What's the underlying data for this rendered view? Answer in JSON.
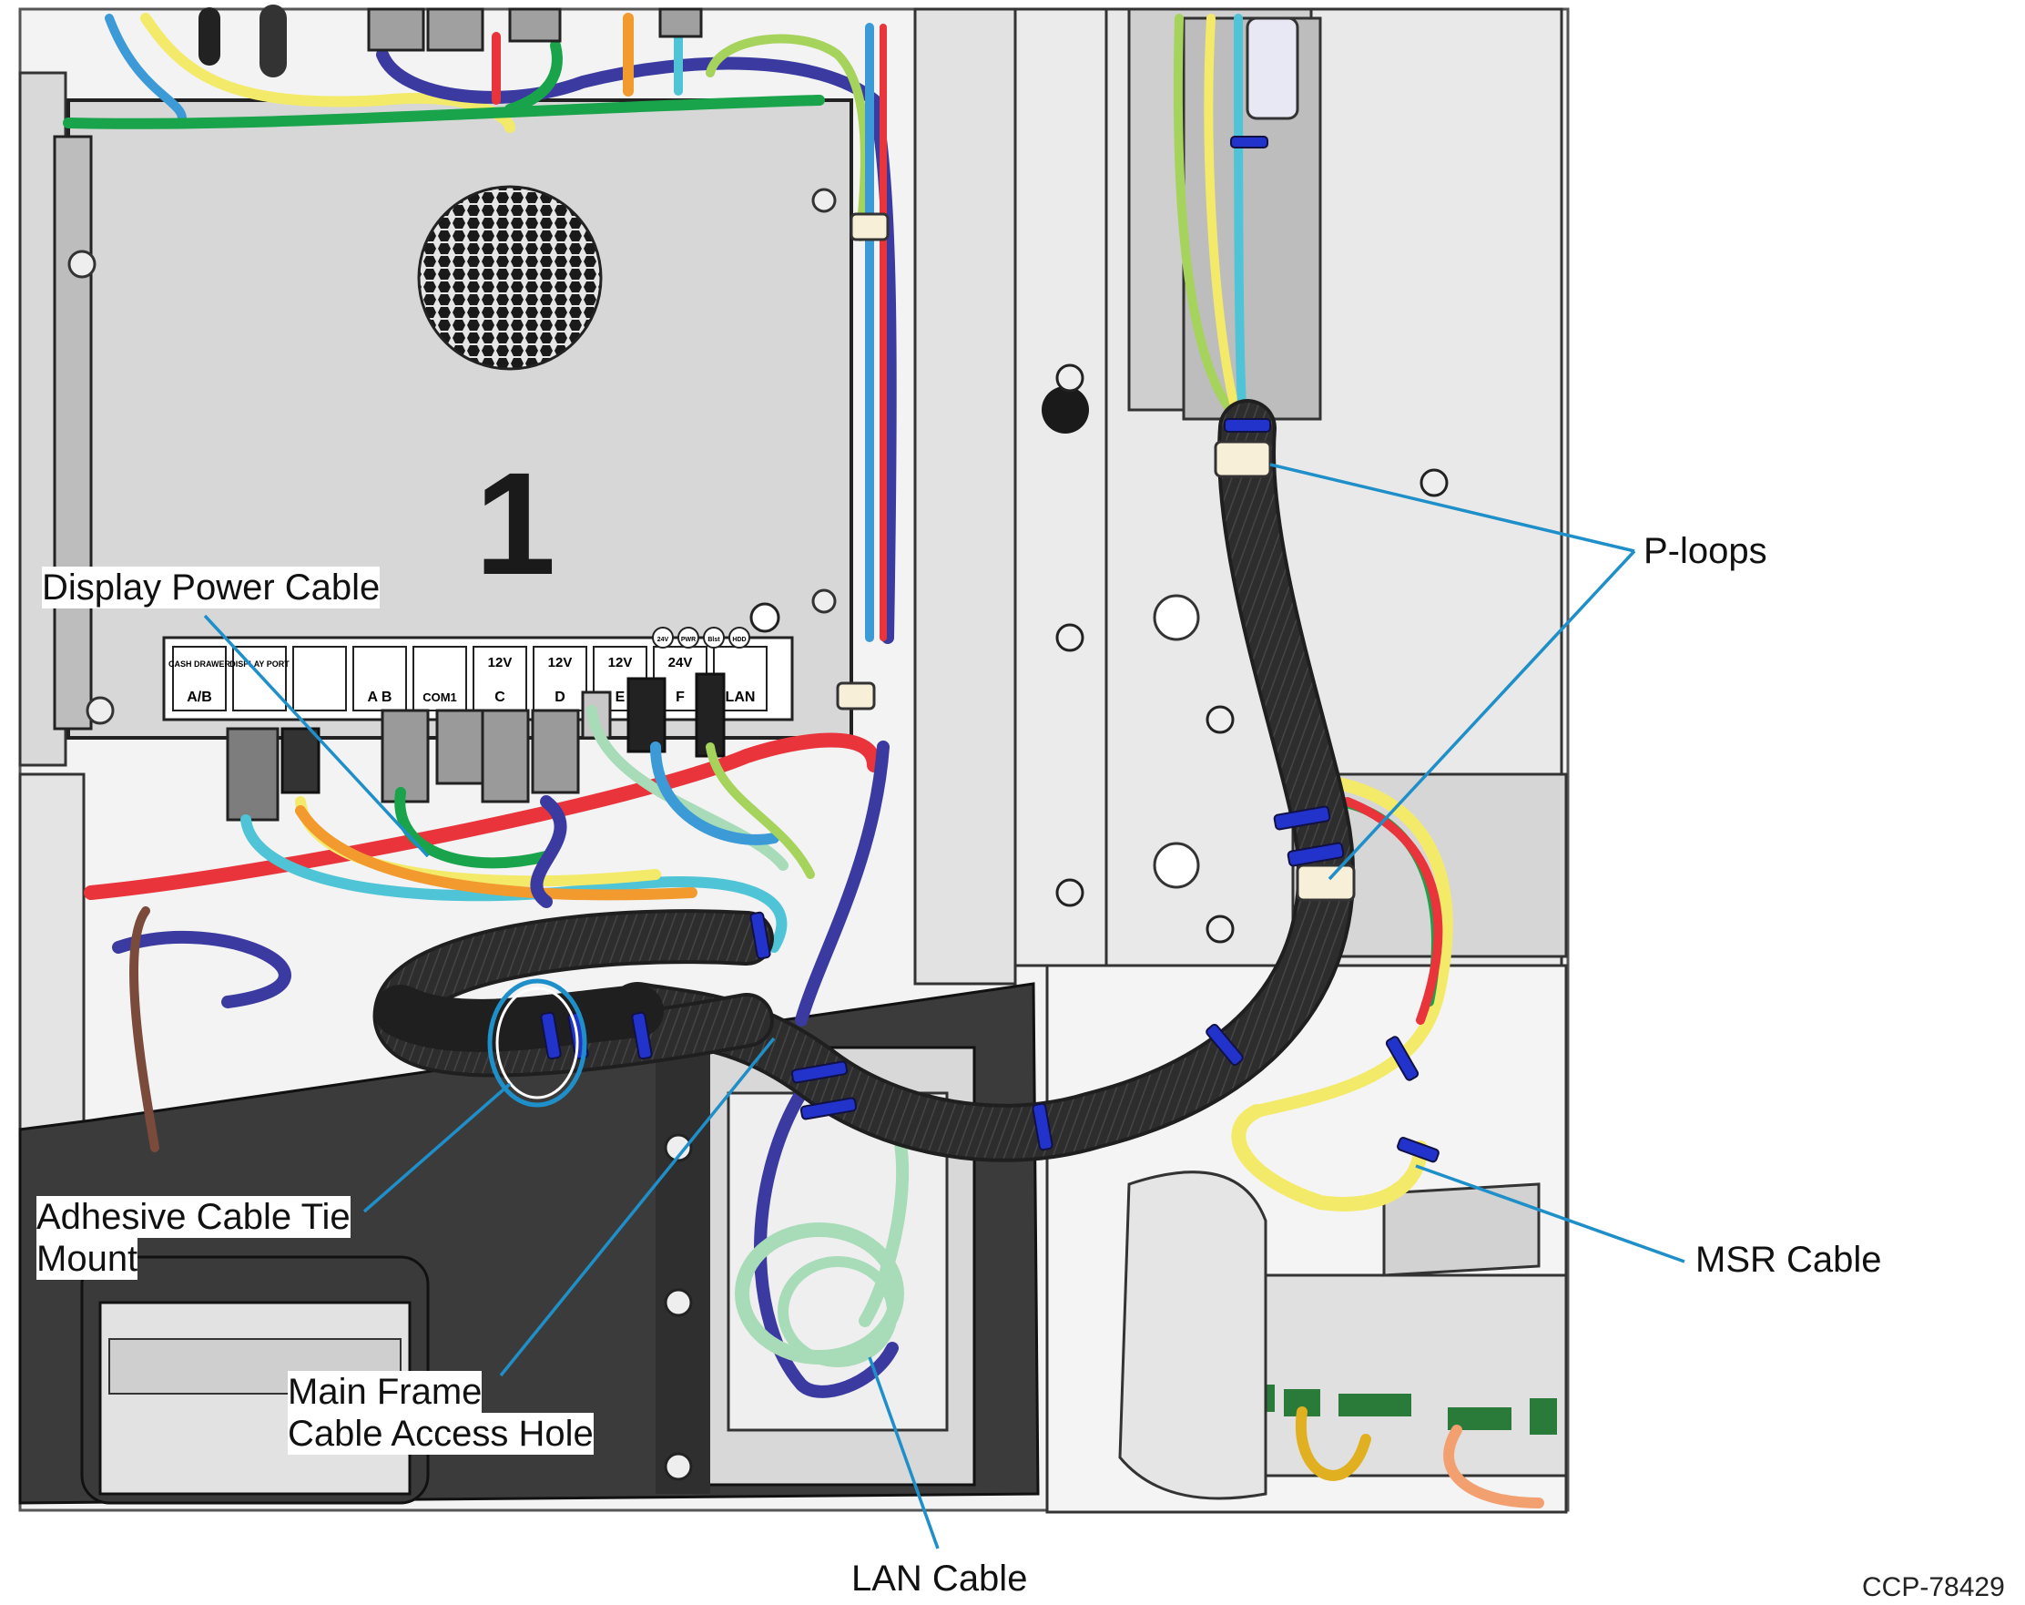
{
  "figure": {
    "id_label": "CCP-78429",
    "unit_number": "1",
    "callouts": {
      "display_power_cable": "Display Power Cable",
      "p_loops": "P-loops",
      "msr_cable": "MSR Cable",
      "adhesive_mount_line1": "Adhesive Cable Tie",
      "adhesive_mount_line2": "Mount",
      "main_frame_line1": "Main Frame",
      "main_frame_line2": "Cable Access Hole",
      "lan_cable": "LAN Cable"
    },
    "port_labels": [
      {
        "top": "CASH DRAWER",
        "bottom": "A/B"
      },
      {
        "top": "DISPLAY PORT",
        "bottom": ""
      },
      {
        "top": "",
        "bottom": ""
      },
      {
        "top": "",
        "bottom": "A B"
      },
      {
        "top": "",
        "bottom": "COM1"
      },
      {
        "top": "12V",
        "bottom": "C"
      },
      {
        "top": "12V",
        "bottom": "D"
      },
      {
        "top": "12V",
        "bottom": "E"
      },
      {
        "top": "24V",
        "bottom": "F"
      },
      {
        "top": "",
        "bottom": "LAN"
      }
    ],
    "status_leds": [
      "24V",
      "PWR",
      "Blst",
      "HDD"
    ],
    "colors": {
      "callout_line": "#1f8fc9",
      "harness": "#2b2b2b",
      "cable_blue": "#3a3aa0",
      "cable_red": "#e8343a",
      "cable_green": "#19a34a",
      "cable_yellow": "#f4ea6a",
      "cable_cyan": "#4fc4d6",
      "cable_orange": "#f29a2e",
      "cable_mint": "#a8dcb8",
      "tie_blue": "#2233cc"
    }
  }
}
